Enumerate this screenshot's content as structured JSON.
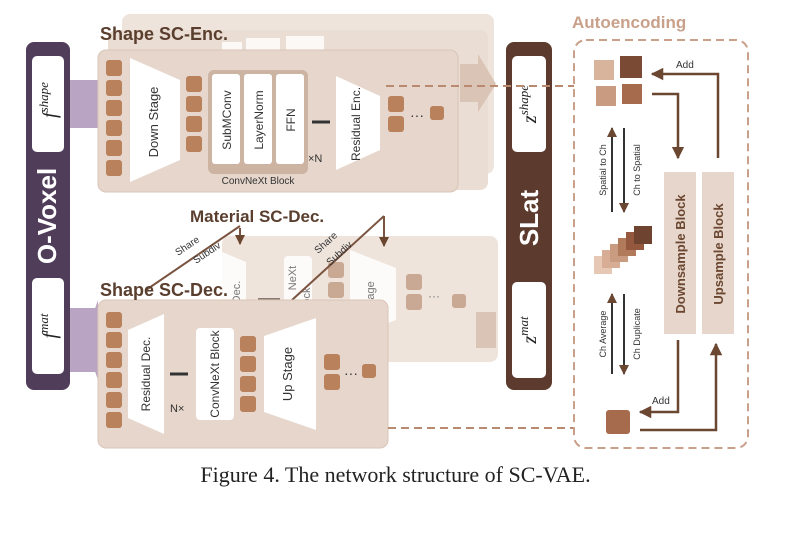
{
  "diagram": {
    "o_voxel": {
      "title": "O-Voxel",
      "f": "f",
      "shape_sup": "shape",
      "mat_sup": "mat"
    },
    "slat": {
      "title": "SLat",
      "z": "z",
      "shape_sup": "shape",
      "mat_sup": "mat"
    },
    "encoder": {
      "title": "Shape SC-Enc.",
      "down_stage": "Down Stage",
      "submconv": "SubMConv",
      "layernorm": "LayerNorm",
      "ffn": "FFN",
      "block_label": "ConvNeXt Block",
      "times_n": "×N",
      "residual_enc": "Residual Enc.",
      "dots": "···"
    },
    "material_decoder": {
      "title": "Material SC-Dec.",
      "share": "Share",
      "subdiv": "Subdiv",
      "ghost_dec": "Dec.",
      "ghost_next": "NeXt",
      "ghost_ock": "ock",
      "ghost_tage": "tage",
      "dots": "···"
    },
    "shape_decoder": {
      "title": "Shape SC-Dec.",
      "residual_dec": "Residual Dec.",
      "times_n": "N×",
      "convnext_block": "ConvNeXt Block",
      "up_stage": "Up Stage",
      "dots": "···"
    },
    "autoencoding": {
      "title": "Autoencoding",
      "add_top": "Add",
      "add_bottom": "Add",
      "spatial_to_ch": "Spatial to Ch",
      "ch_to_spatial": "Ch to Spatial",
      "ch_average": "Ch Average",
      "ch_duplicate": "Ch Duplicate",
      "downsample_block": "Downsample Block",
      "upsample_block": "Upsample Block"
    }
  },
  "caption": "Figure 4. The network structure of SC-VAE."
}
